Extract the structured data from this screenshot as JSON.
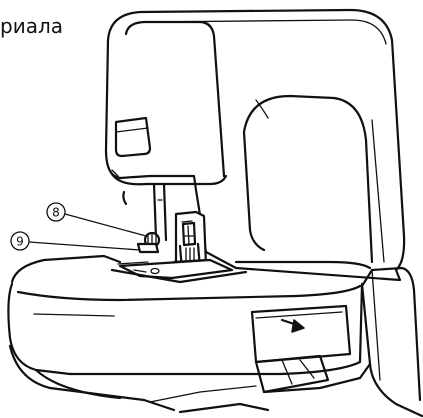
{
  "page": {
    "caption_fragment": "риала"
  },
  "callouts": [
    {
      "id": "8",
      "label": "8"
    },
    {
      "id": "9",
      "label": "9"
    }
  ],
  "icons": {
    "feed_arrow": "right-arrow-icon"
  },
  "colors": {
    "line": "#111111",
    "background": "#ffffff"
  }
}
